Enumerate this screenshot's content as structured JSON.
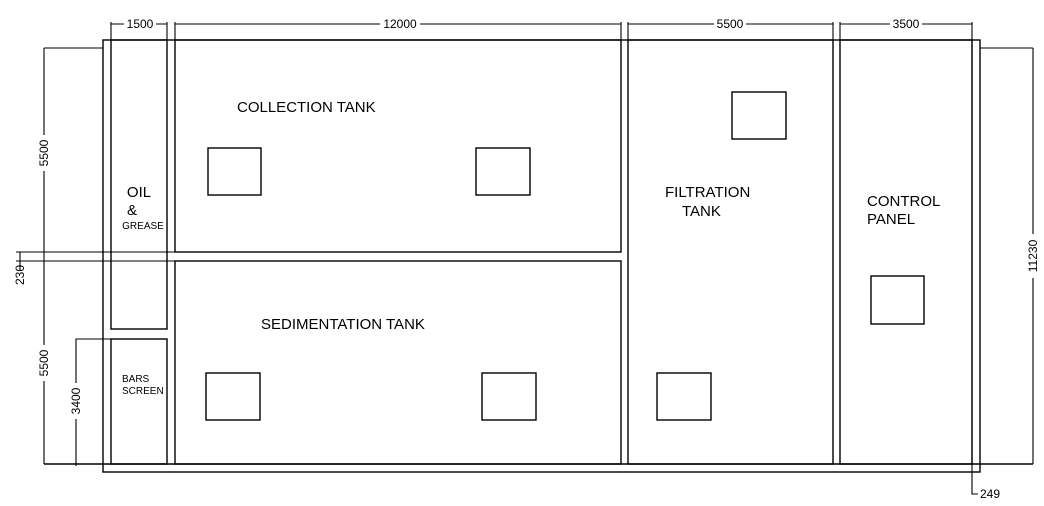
{
  "rooms": {
    "oil_grease": [
      "OIL",
      "&",
      "GREASE"
    ],
    "collection_tank": "COLLECTION TANK",
    "sedimentation_tank": "SEDIMENTATION TANK",
    "filtration_tank": [
      "FILTRATION",
      "TANK"
    ],
    "control_panel": [
      "CONTROL",
      "PANEL"
    ],
    "bars_screen": [
      "BARS",
      "SCREEN"
    ]
  },
  "dimensions": {
    "oil_width": "1500",
    "tanks_width": "12000",
    "filtration_width": "5500",
    "control_width": "3500",
    "collection_height": "5500",
    "wall_thickness": "230",
    "sedimentation_height": "5500",
    "bars_screen_height": "3400",
    "total_height": "11230",
    "bottom_offset": "249"
  },
  "colors": {
    "line": "#000000",
    "background": "#ffffff"
  }
}
